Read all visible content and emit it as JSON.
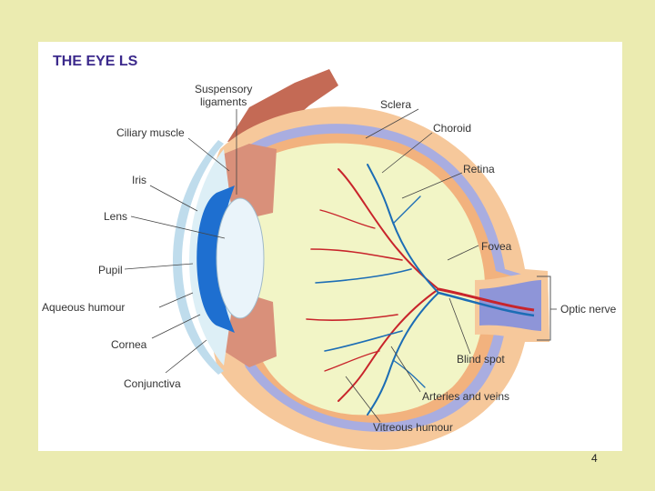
{
  "slide": {
    "title": "THE EYE  LS",
    "page_number": "4"
  },
  "labels": {
    "suspensory_line1": "Suspensory",
    "suspensory_line2": "ligaments",
    "sclera": "Sclera",
    "ciliary_muscle": "Ciliary muscle",
    "choroid": "Choroid",
    "iris": "Iris",
    "retina": "Retina",
    "lens": "Lens",
    "fovea": "Fovea",
    "pupil": "Pupil",
    "optic_nerve": "Optic nerve",
    "aqueous_humour": "Aqueous humour",
    "blind_spot": "Blind spot",
    "cornea": "Cornea",
    "arteries_veins": "Arteries and veins",
    "conjunctiva": "Conjunctiva",
    "vitreous_humour": "Vitreous humour"
  },
  "colors": {
    "background": "#EBEBB0",
    "panel": "#FFFFFF",
    "title": "#3C2A8C",
    "sclera": "#F6C89B",
    "choroid": "#A9ADE0",
    "retina": "#F2B27E",
    "vitreous": "#F2F5C6",
    "muscle": "#C46A55",
    "iris": "#1E6FD0",
    "lens": "#EAF4FA",
    "artery": "#C8242B",
    "vein": "#1C6DB5"
  }
}
